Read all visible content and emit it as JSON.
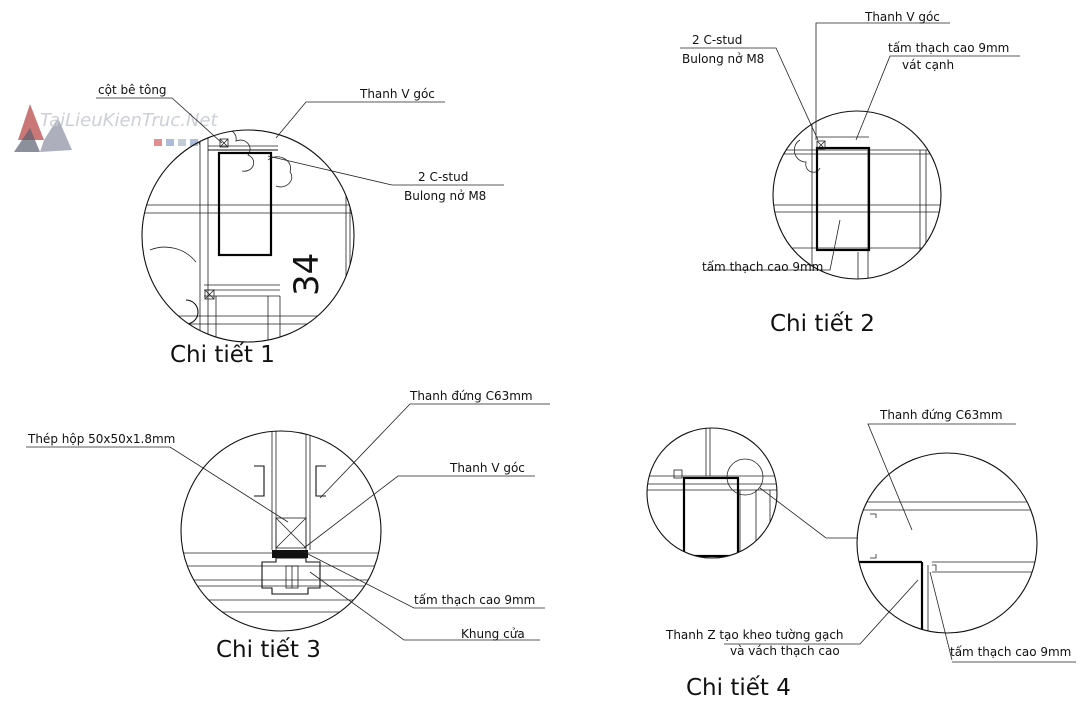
{
  "watermark": {
    "text": "TaiLieuKienTruc.Net"
  },
  "details": [
    {
      "title": "Chi tiết 1",
      "dimension_text": "34",
      "labels": {
        "column": "cột bê tông",
        "angle": "Thanh V góc",
        "stud_top": "2 C-stud",
        "stud_bottom": "Bulong nở M8"
      }
    },
    {
      "title": "Chi tiết 2",
      "labels": {
        "angle": "Thanh V góc",
        "stud_top": "2 C-stud",
        "stud_bottom": "Bulong nở M8",
        "board_top": "tấm thạch cao 9mm",
        "board_top2": "vát cạnh",
        "board_bottom": "tấm thạch cao 9mm"
      }
    },
    {
      "title": "Chi tiết 3",
      "labels": {
        "stud": "Thanh đứng C63mm",
        "box": "Thép hộp 50x50x1.8mm",
        "angle": "Thanh V góc",
        "board": "tấm thạch cao 9mm",
        "frame": "Khung cửa"
      }
    },
    {
      "title": "Chi tiết 4",
      "labels": {
        "stud": "Thanh đứng C63mm",
        "zbar": "Thanh Z tạo kheo tường gạch",
        "zbar2": "và vách thạch cao",
        "board": "tấm thạch cao 9mm"
      }
    }
  ]
}
